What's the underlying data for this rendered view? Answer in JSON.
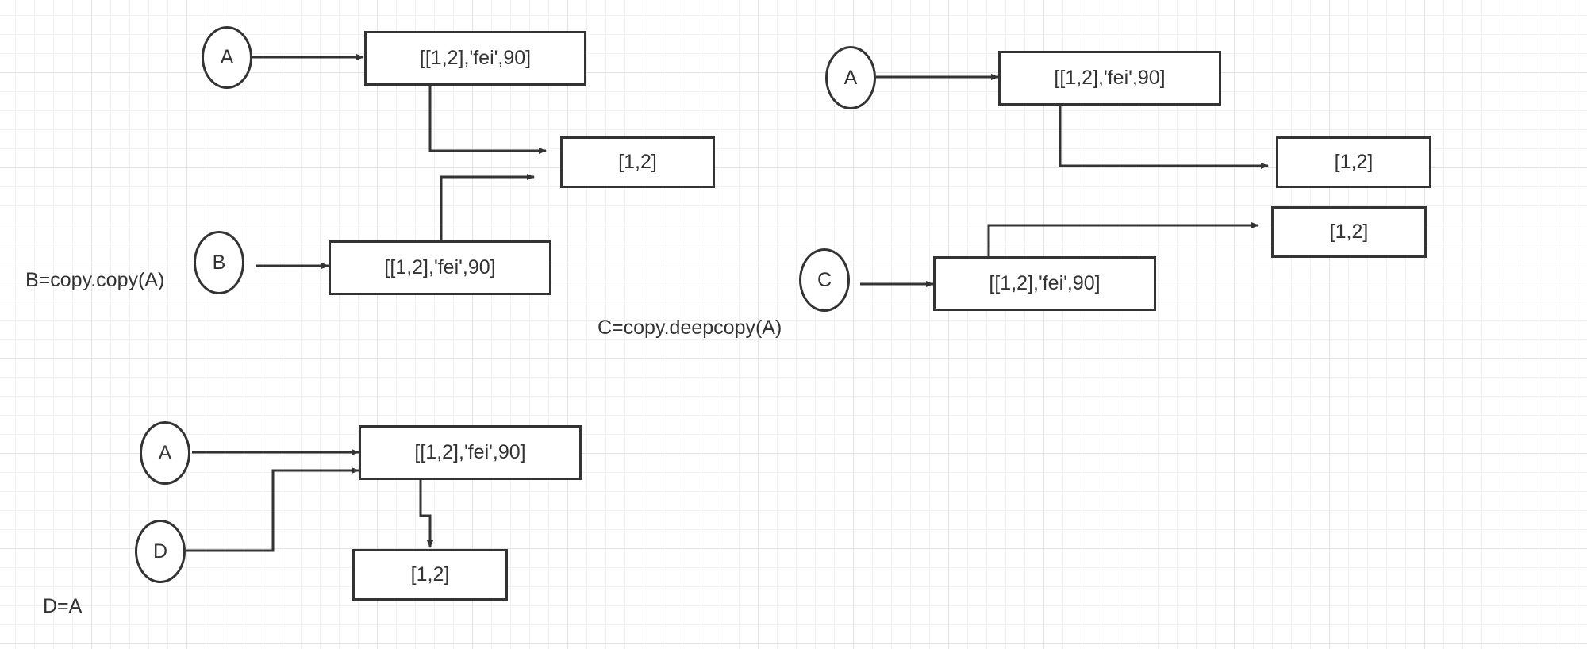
{
  "shallow_copy": {
    "var_a": "A",
    "a_list": "[[1,2],'fei',90]",
    "inner_list": "[1,2]",
    "var_b": "B",
    "b_list": "[[1,2],'fei',90]",
    "caption": "B=copy.copy(A)"
  },
  "deep_copy": {
    "var_a": "A",
    "a_list": "[[1,2],'fei',90]",
    "a_inner_list": "[1,2]",
    "var_c": "C",
    "c_list": "[[1,2],'fei',90]",
    "c_inner_list": "[1,2]",
    "caption": "C=copy.deepcopy(A)"
  },
  "assignment": {
    "var_a": "A",
    "var_d": "D",
    "list": "[[1,2],'fei',90]",
    "inner_list": "[1,2]",
    "caption": "D=A"
  },
  "colors": {
    "stroke": "#333333",
    "grid": "#e3e3e3",
    "background": "#ffffff"
  }
}
